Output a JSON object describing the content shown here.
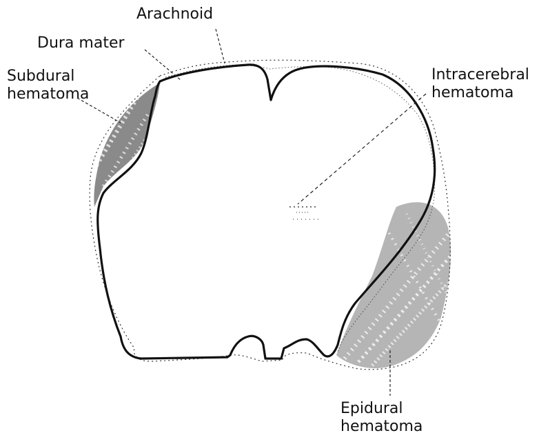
{
  "labels": {
    "arachnoid": "Arachnoid",
    "dura_mater": "Dura mater",
    "subdural": [
      "Subdural",
      "hematoma"
    ],
    "intracerebral": [
      "Intracerebral",
      "hematoma"
    ],
    "epidural": [
      "Epidural",
      "hematoma"
    ]
  },
  "colors": {
    "ink": "#111111",
    "stipple": "#2a2a2a",
    "background": "#ffffff"
  }
}
